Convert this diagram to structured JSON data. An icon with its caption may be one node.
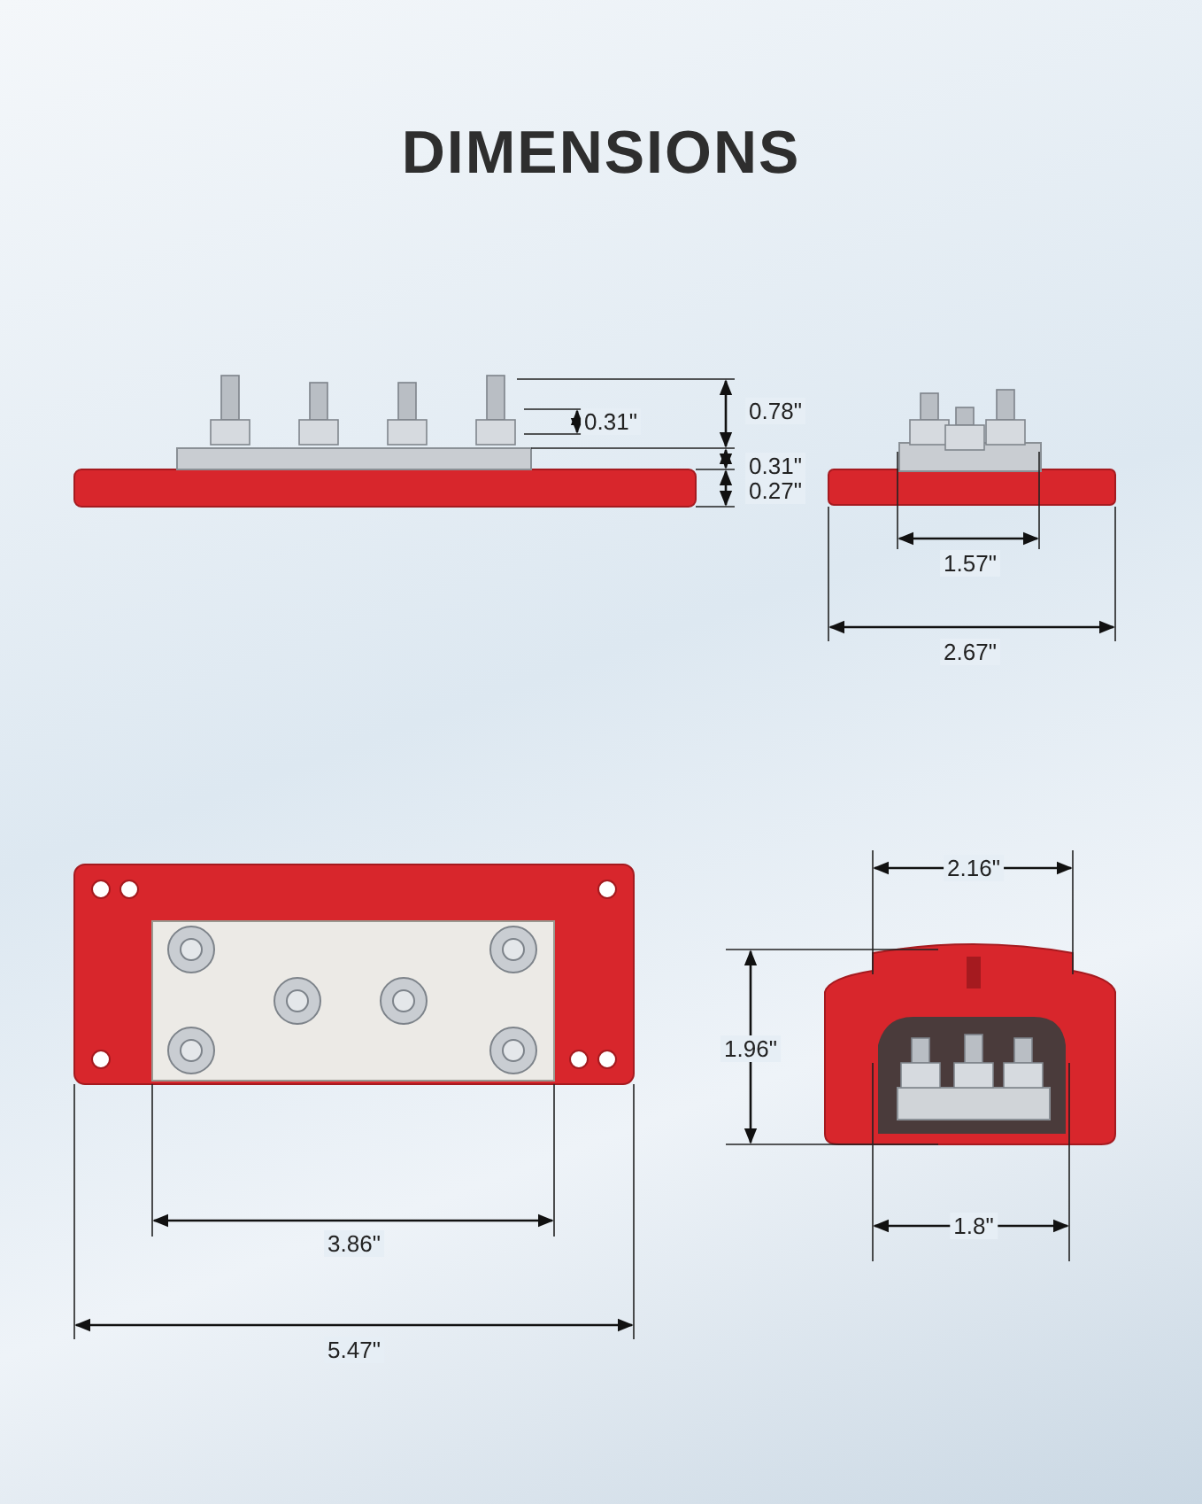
{
  "diagram": {
    "title": "DIMENSIONS",
    "labels": [
      "0.78\"",
      "0.31\"",
      "0.31\"",
      "0.27\"",
      "1.57\"",
      "2.67\"",
      "2.16\"",
      "1.96\"",
      "3.86\"",
      "1.8\"",
      "5.47\""
    ]
  }
}
